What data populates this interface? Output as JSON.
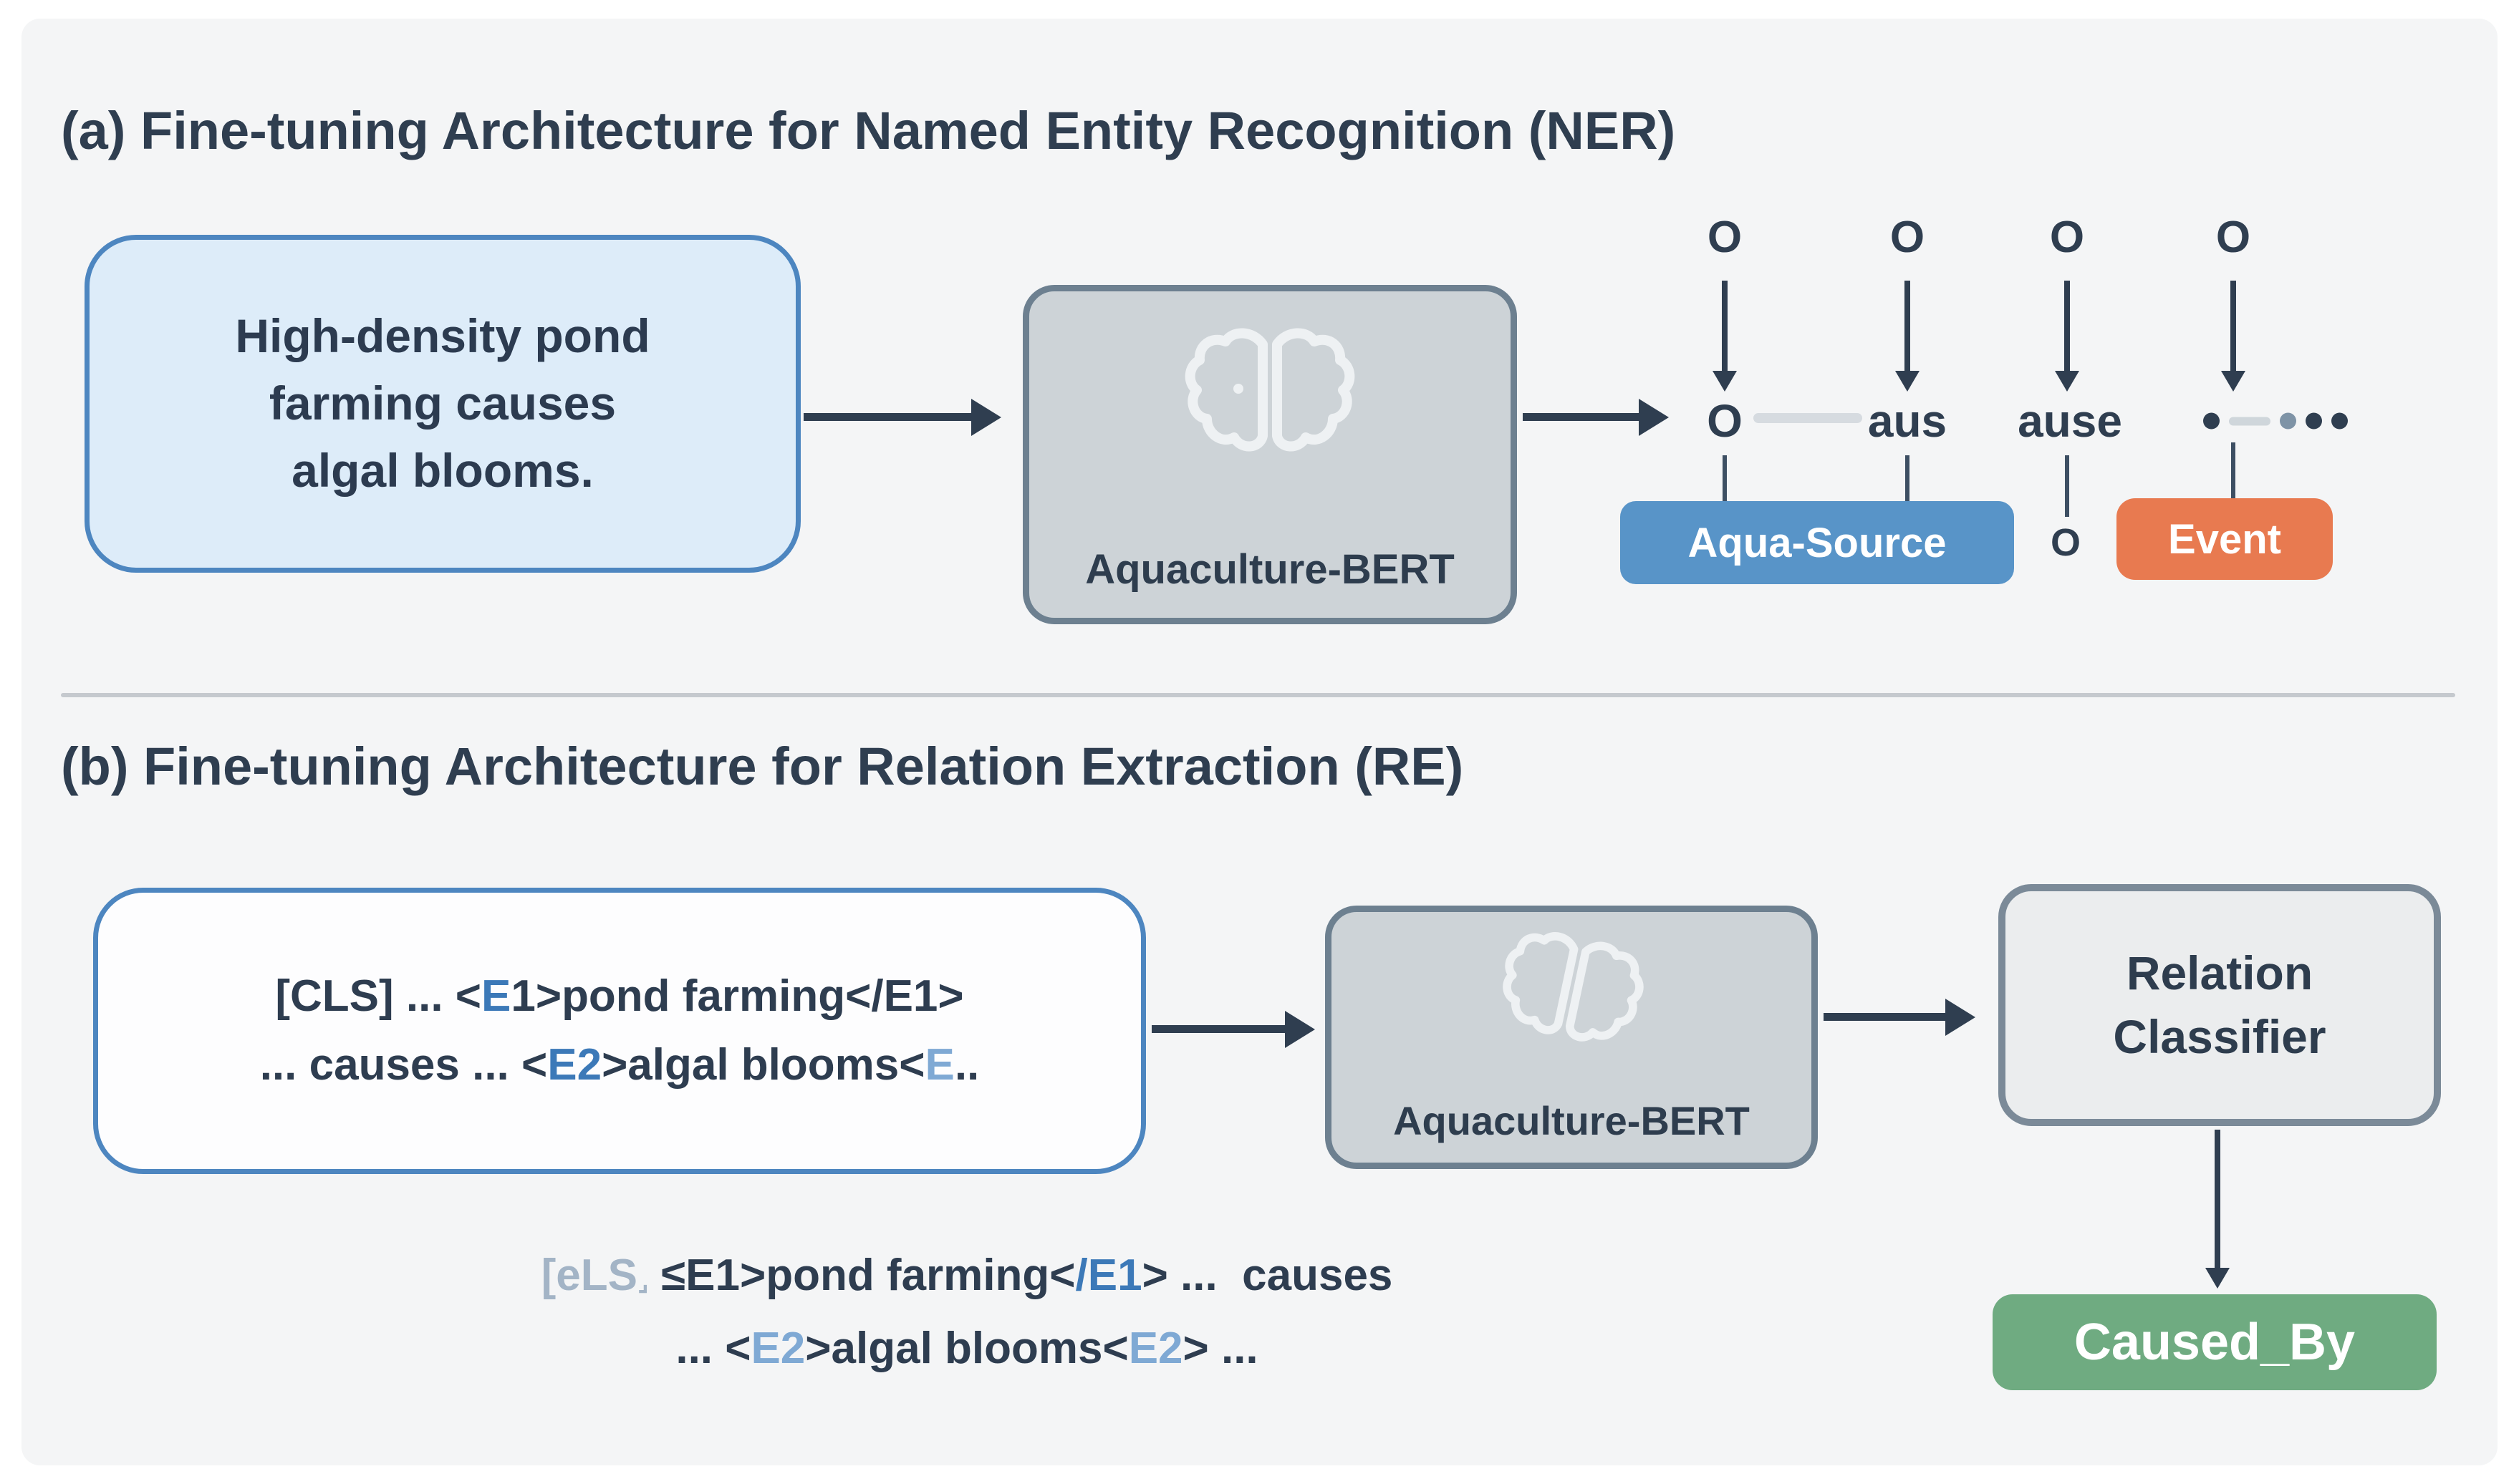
{
  "colors": {
    "panel_bg": "#f4f5f6",
    "text_dark": "#2e3d50",
    "input_box_fill": "#ddecf9",
    "box_border_blue": "#4d86c0",
    "bert_box_fill": "#cdd3d7",
    "bert_box_border": "#6d8090",
    "entity_blue": "#5894c8",
    "event_orange": "#e87a50",
    "relation_green": "#6fab81",
    "tag_blue": "#3c79b8",
    "tag_lightblue": "#7fa9d4",
    "arrow": "#2f3e50"
  },
  "section_a": {
    "title": "(a) Fine-tuning Architecture for Named Entity Recognition (NER)",
    "input_sentence_lines": [
      "High-density pond",
      "farming causes",
      "algal blooms."
    ],
    "bert_label": "Aquaculture-BERT",
    "bert_icon": "brain-icon",
    "ner": {
      "tag_row": [
        "O",
        "O",
        "O",
        "O"
      ],
      "token_row": [
        "O",
        "aus",
        "ause",
        "·····"
      ],
      "badges": {
        "aqua_source": "Aqua-Source",
        "o_tag": "O",
        "event": "Event"
      }
    }
  },
  "section_b": {
    "title": "(b) Fine-tuning Architecture for Relation Extraction (RE)",
    "input_line1_segments": [
      {
        "t": "[CLS] ... <",
        "c": "dark"
      },
      {
        "t": "E",
        "c": "blue"
      },
      {
        "t": "1>pond farming</E1>",
        "c": "dark"
      }
    ],
    "input_line2_segments": [
      {
        "t": "... causes ... <",
        "c": "dark"
      },
      {
        "t": "E2",
        "c": "blue"
      },
      {
        "t": ">algal blooms<",
        "c": "dark"
      },
      {
        "t": "E",
        "c": "lightblue"
      },
      {
        "t": "..",
        "c": "dark"
      }
    ],
    "bert_label": "Aquaculture-BERT",
    "bert_icon": "brain-icon",
    "classifier_lines": [
      "Relation",
      "Classifier"
    ],
    "relation_badge": "Caused_By",
    "annotation_line1_segments": [
      {
        "t": "[eLS",
        "c": "cls"
      },
      {
        "t": "⌟",
        "c": "clssub"
      },
      {
        "t": " ≤E1>pond farming<",
        "c": "dark"
      },
      {
        "t": "/E1",
        "c": "blue"
      },
      {
        "t": "> ...  causes",
        "c": "dark"
      }
    ],
    "annotation_line2_segments": [
      {
        "t": "... <",
        "c": "dark"
      },
      {
        "t": "E2",
        "c": "lightblue"
      },
      {
        "t": ">algal blooms<",
        "c": "dark"
      },
      {
        "t": "E2",
        "c": "lightblue"
      },
      {
        "t": "> ...",
        "c": "dark"
      }
    ]
  }
}
